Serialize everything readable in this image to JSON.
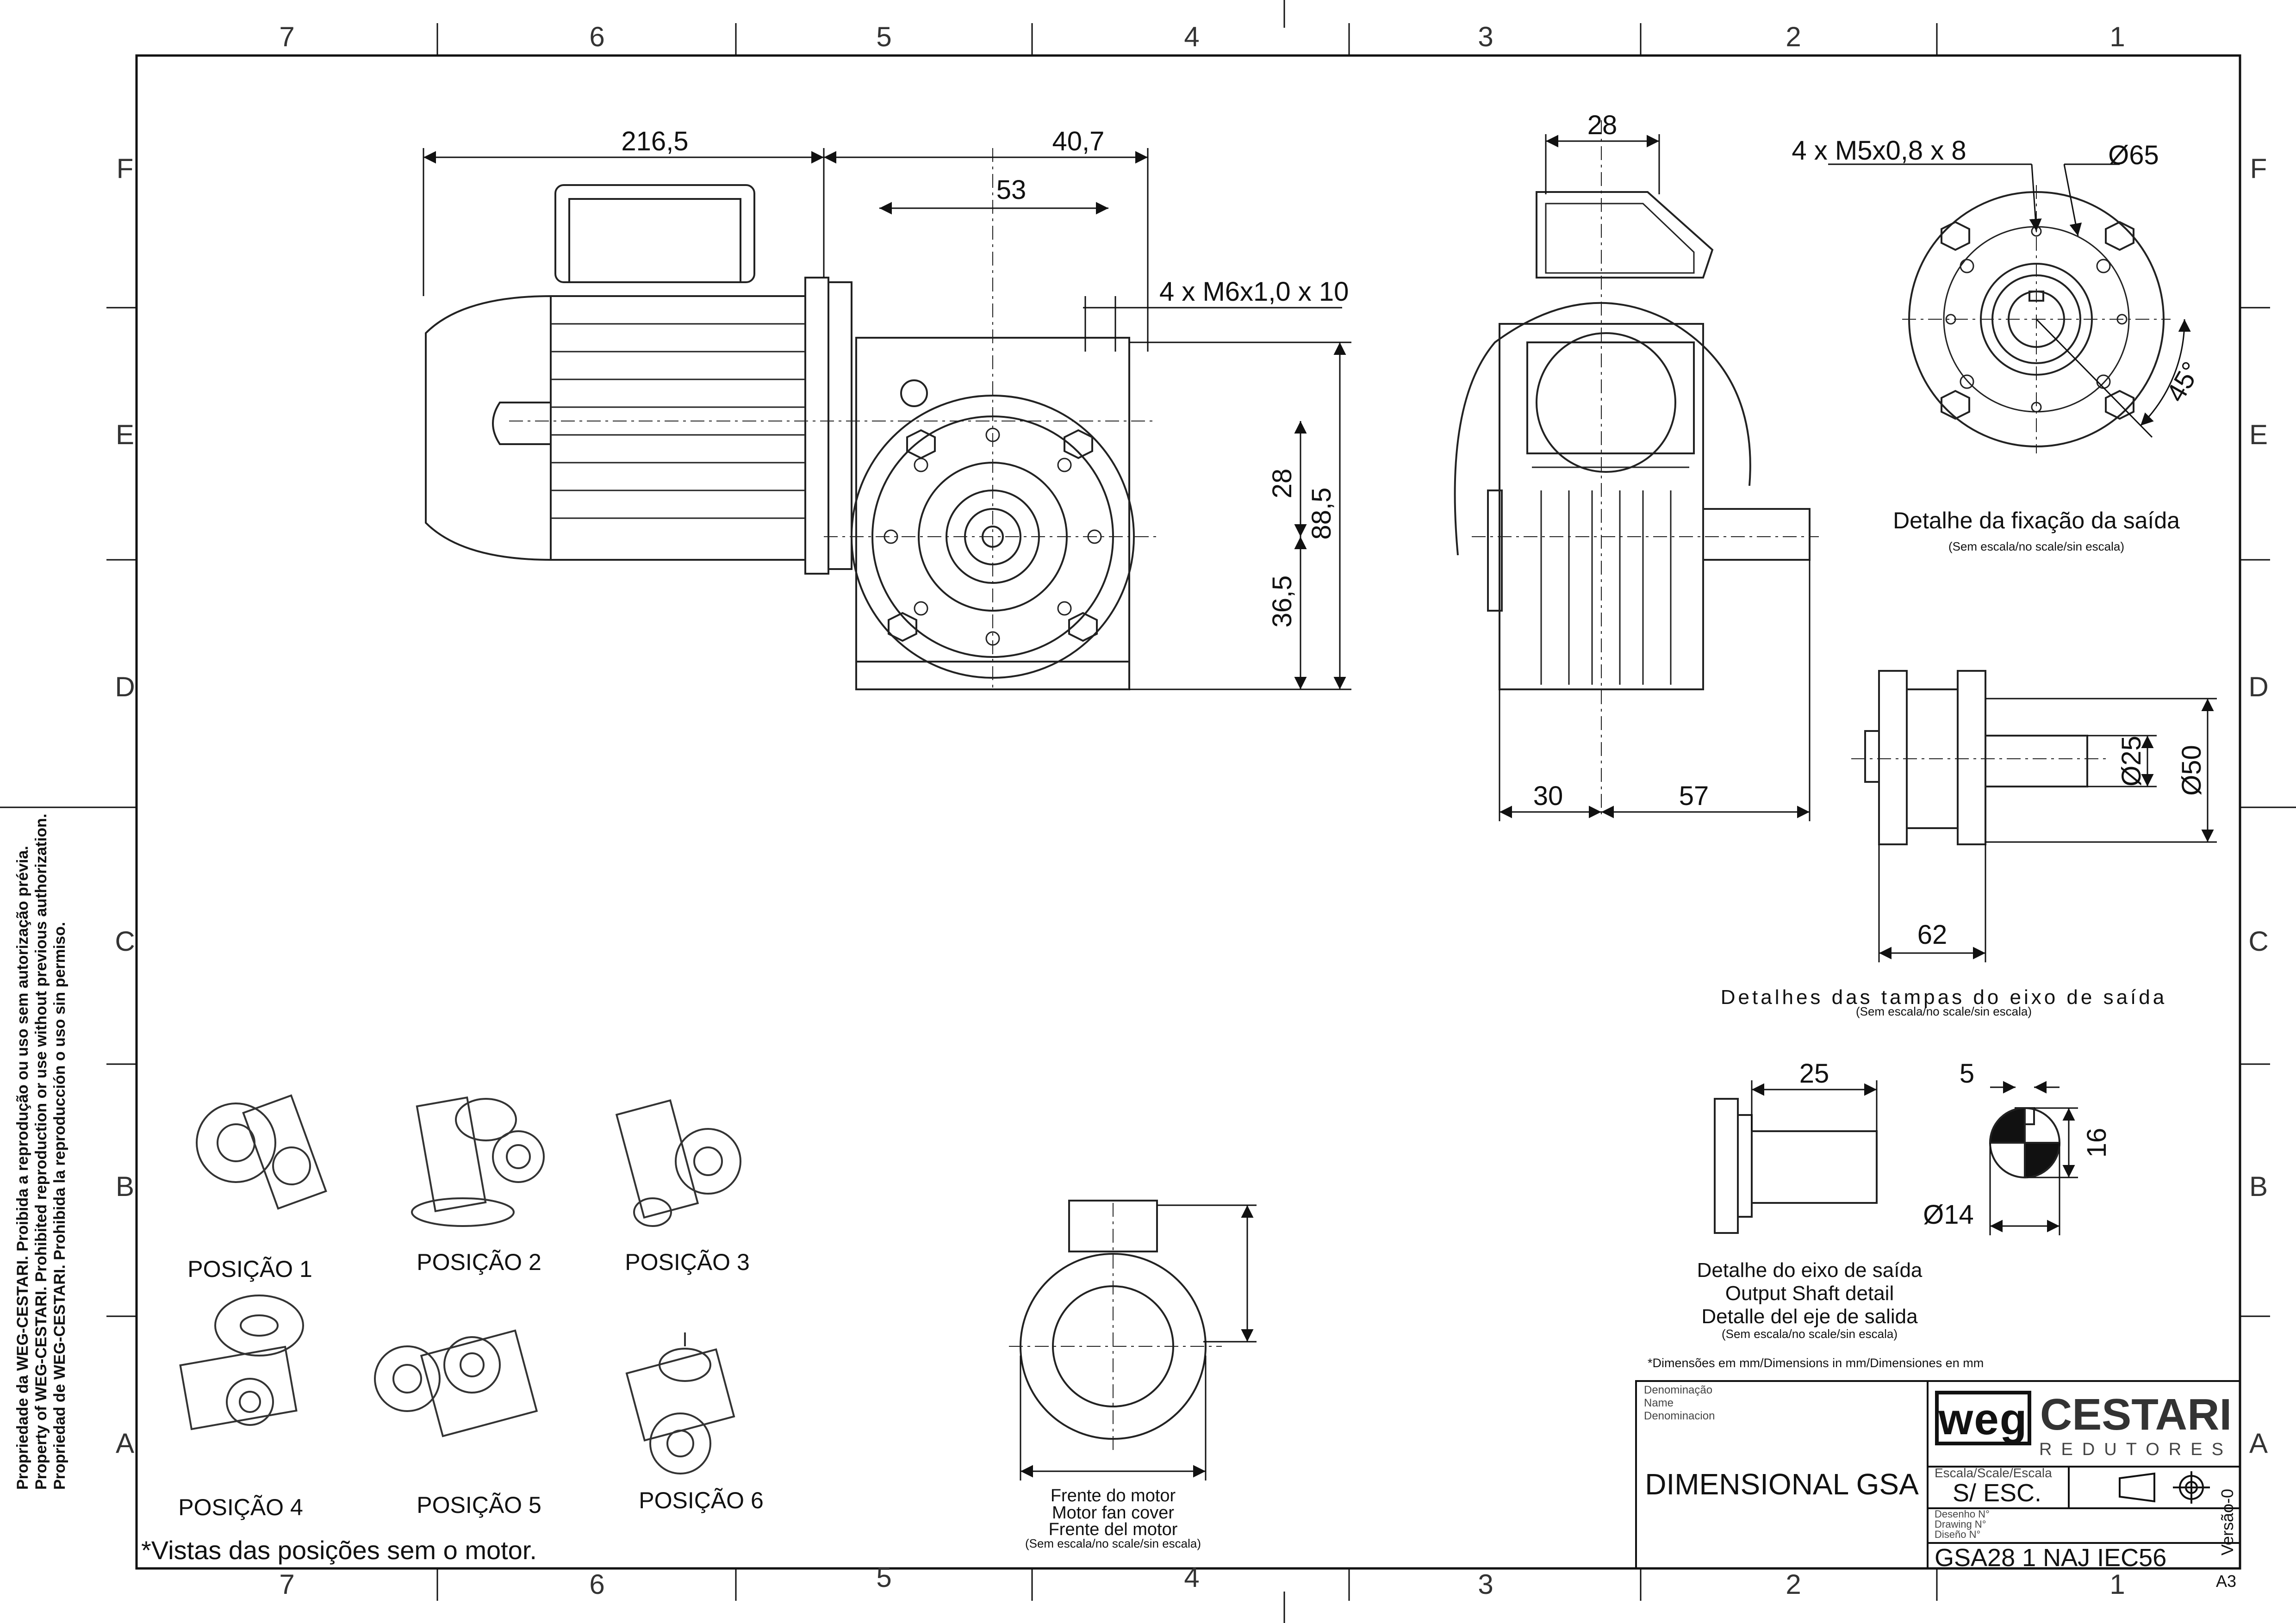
{
  "frame": {
    "zones_top": [
      "7",
      "6",
      "5",
      "4",
      "3",
      "2",
      "1"
    ],
    "zones_bottom": [
      "7",
      "6",
      "5",
      "4",
      "3",
      "2",
      "1"
    ],
    "zones_side": [
      "F",
      "E",
      "D",
      "C",
      "B",
      "A"
    ],
    "sheet_size": "A3",
    "version": "Versão-0"
  },
  "side_notice": [
    "Propriedade da WEG-CESTARI. Proibida a reprodução ou uso sem autorização prévia.",
    "Property of WEG-CESTARI. Prohibited reproduction or use without previous authorization.",
    "Propriedad de WEG-CESTARI. Prohibida la reproducción o uso sin permiso."
  ],
  "dimensions": {
    "d216": "216,5",
    "d40": "40,7",
    "d53": "53",
    "thread1": "4 x M6x1,0 x 10",
    "d28v": "28",
    "d88": "88,5",
    "d36": "36,5",
    "d28top": "28",
    "d30": "30",
    "d57": "57",
    "thread2": "4 x M5x0,8 x 8",
    "dia65": "Ø65",
    "angle45": "45°",
    "dia25": "Ø25",
    "dia50": "Ø50",
    "d62": "62",
    "d25": "25",
    "d5": "5",
    "d16": "16",
    "dia14": "Ø14"
  },
  "details": {
    "output_fixing_title": "Detalhe da fixação da saída",
    "output_fixing_sub": "(Sem escala/no scale/sin escala)",
    "covers_title": "Detalhes das tampas do eixo de saída",
    "covers_sub": "(Sem escala/no scale/sin escala)",
    "shaft_title_pt": "Detalhe do eixo de saída",
    "shaft_title_en": "Output Shaft detail",
    "shaft_title_es": "Detalle del eje de salida",
    "shaft_sub": "(Sem escala/no scale/sin escala)",
    "fan_pt": "Frente do motor",
    "fan_en": "Motor fan cover",
    "fan_es": "Frente del motor",
    "fan_sub": "(Sem escala/no scale/sin escala)",
    "units_note": "*Dimensões em mm/Dimensions in mm/Dimensiones en mm"
  },
  "positions": {
    "p1": "POSIÇÃO 1",
    "p2": "POSIÇÃO 2",
    "p3": "POSIÇÃO 3",
    "p4": "POSIÇÃO 4",
    "p5": "POSIÇÃO 5",
    "p6": "POSIÇÃO 6",
    "note": "*Vistas das posições sem o motor."
  },
  "title_block": {
    "name_label_pt": "Denominação",
    "name_label_en": "Name",
    "name_label_es": "Denominacion",
    "name_value": "DIMENSIONAL GSA",
    "brand_weg": "weg",
    "brand_cestari": "CESTARI",
    "brand_sub": "REDUTORES",
    "scale_label": "Escala/Scale/Escala",
    "scale_value": "S/  ESC.",
    "drawing_label_pt": "Desenho  N°",
    "drawing_label_en": "Drawing  N°",
    "drawing_label_es": "Diseño  N°",
    "drawing_value": "GSA28 1 NAJ IEC56"
  }
}
